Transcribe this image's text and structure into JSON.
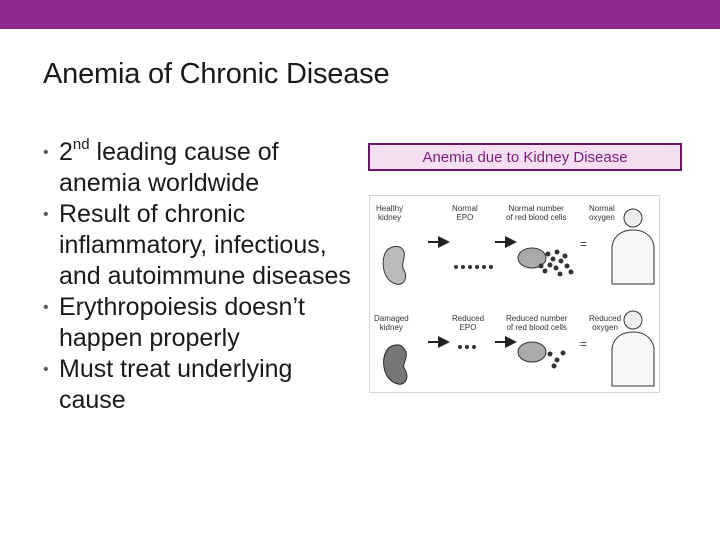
{
  "slide": {
    "title": "Anemia of Chronic Disease",
    "bullets": [
      {
        "text": "2",
        "sup": "nd",
        "rest": " leading cause of anemia worldwide"
      },
      {
        "text": "Result of chronic inflammatory, infectious, and autoimmune diseases"
      },
      {
        "text": "Erythropoiesis doesn’t happen properly"
      },
      {
        "text": "Must treat underlying cause"
      }
    ]
  },
  "figure": {
    "caption": "Anemia due to Kidney Disease",
    "rows": [
      {
        "kidney": [
          "Healthy",
          "kidney"
        ],
        "epo": [
          "Normal",
          "EPO"
        ],
        "cells": [
          "Normal number",
          "of red blood cells"
        ],
        "oxygen": [
          "Normal",
          "oxygen"
        ]
      },
      {
        "kidney": [
          "Damaged",
          "kidney"
        ],
        "epo": [
          "Reduced",
          "EPO"
        ],
        "cells": [
          "Reduced number",
          "of red blood cells"
        ],
        "oxygen": [
          "Reduced",
          "oxygen"
        ]
      }
    ]
  }
}
